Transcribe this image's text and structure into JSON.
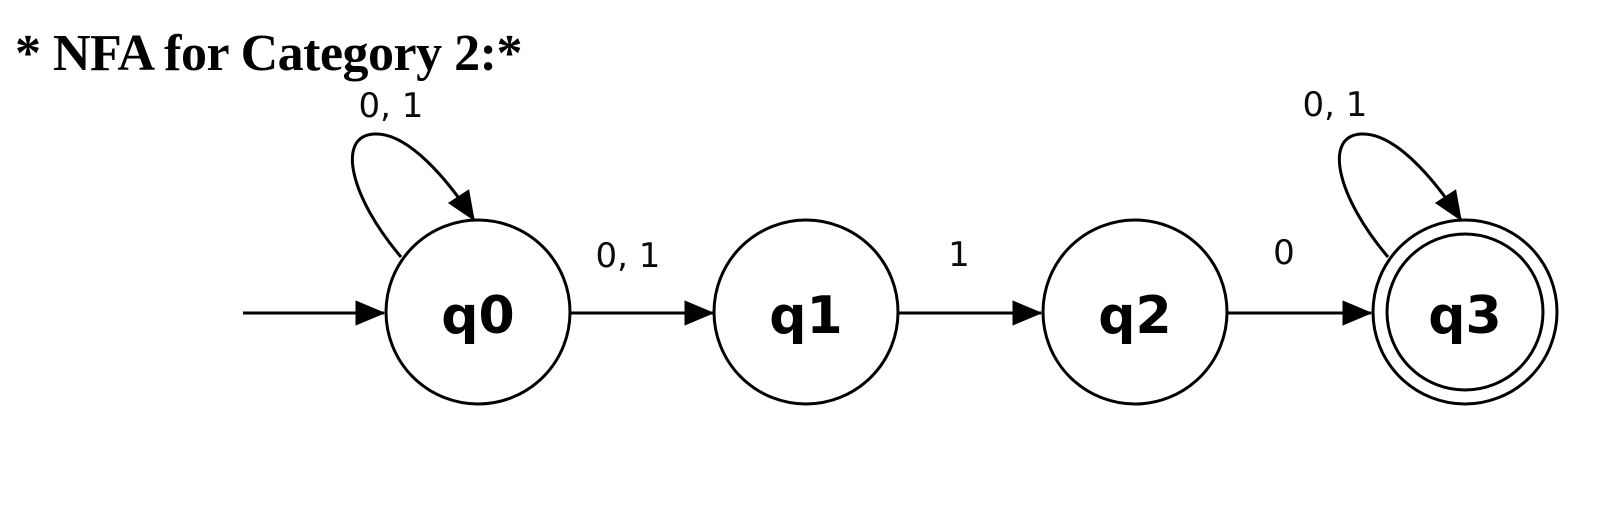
{
  "title": "* NFA for Category 2:*",
  "colors": {
    "ink": "#000000",
    "background": "#ffffff"
  },
  "diagram": {
    "type": "state-diagram",
    "kind": "NFA",
    "initial_state": "q0",
    "accepting_states": [
      "q3"
    ],
    "states": [
      {
        "label": "q0",
        "initial": true,
        "accepting": false
      },
      {
        "label": "q1",
        "initial": false,
        "accepting": false
      },
      {
        "label": "q2",
        "initial": false,
        "accepting": false
      },
      {
        "label": "q3",
        "initial": false,
        "accepting": true
      }
    ],
    "transitions": [
      {
        "from": "q0",
        "to": "q0",
        "label": "0, 1",
        "shape": "self-loop"
      },
      {
        "from": "q0",
        "to": "q1",
        "label": "0, 1",
        "shape": "straight"
      },
      {
        "from": "q1",
        "to": "q2",
        "label": "1",
        "shape": "straight"
      },
      {
        "from": "q2",
        "to": "q3",
        "label": "0",
        "shape": "straight"
      },
      {
        "from": "q3",
        "to": "q3",
        "label": "0, 1",
        "shape": "self-loop"
      }
    ]
  }
}
